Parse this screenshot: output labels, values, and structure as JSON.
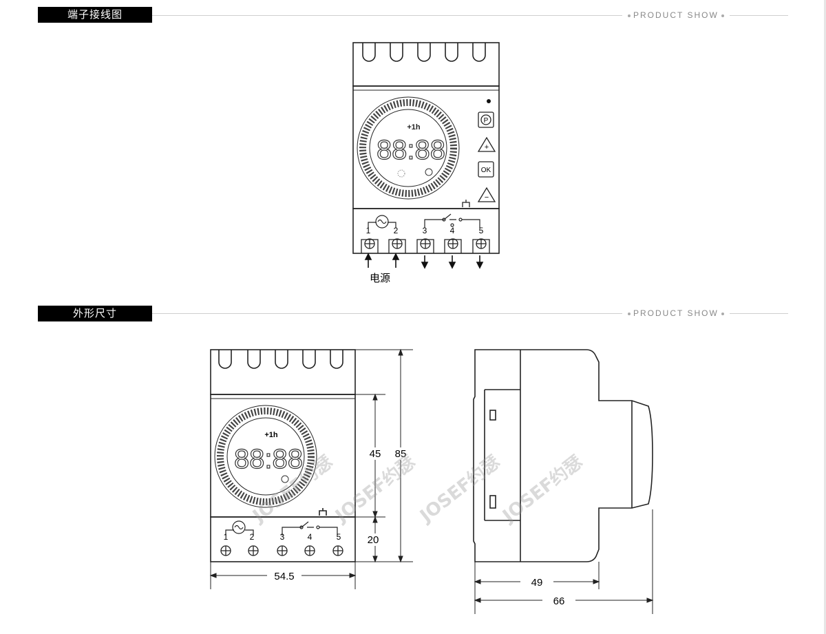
{
  "sections": {
    "wiring": {
      "title": "端子接线图",
      "tag": "PRODUCT SHOW"
    },
    "dimensions": {
      "title": "外形尺寸",
      "tag": "PRODUCT SHOW"
    }
  },
  "device": {
    "display_top": "+1h",
    "digits": "88:88",
    "buttons": [
      "P",
      "+",
      "OK",
      "−"
    ],
    "terminals": [
      "1",
      "2",
      "3",
      "4",
      "5"
    ],
    "power_label": "电源"
  },
  "dims": {
    "height_total": "85",
    "height_body": "45",
    "height_terminal": "20",
    "width_front": "54.5",
    "depth_inner": "49",
    "depth_total": "66"
  },
  "watermark": "JOSEF约瑟"
}
